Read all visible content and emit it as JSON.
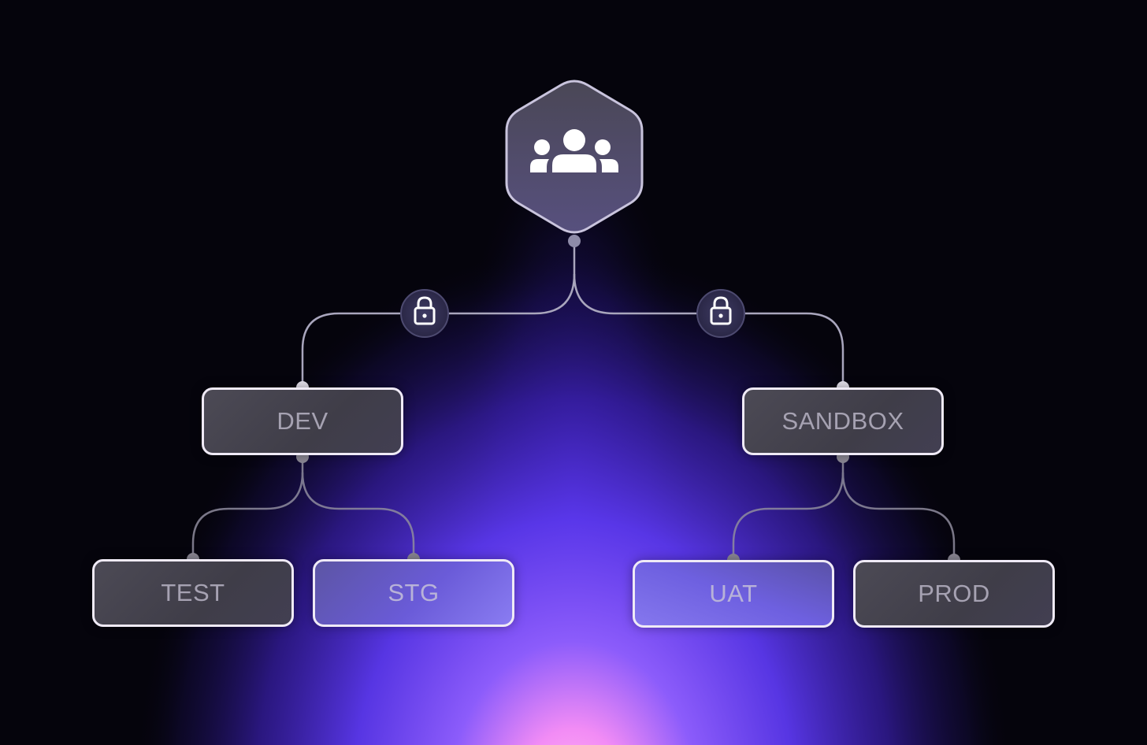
{
  "root": {
    "icon": "team-icon"
  },
  "locks": [
    {
      "icon": "lock-icon"
    },
    {
      "icon": "lock-icon"
    }
  ],
  "nodes": {
    "dev": "DEV",
    "sandbox": "SANDBOX",
    "test": "TEST",
    "stg": "STG",
    "uat": "UAT",
    "prod": "PROD"
  },
  "colors": {
    "background": "#05040c",
    "glow_core": "#ff9af0",
    "glow_mid": "#6a3df5",
    "glow_outer": "#2a1a8a",
    "node_border": "#efeaf6",
    "connector": "#a9a6bd"
  }
}
